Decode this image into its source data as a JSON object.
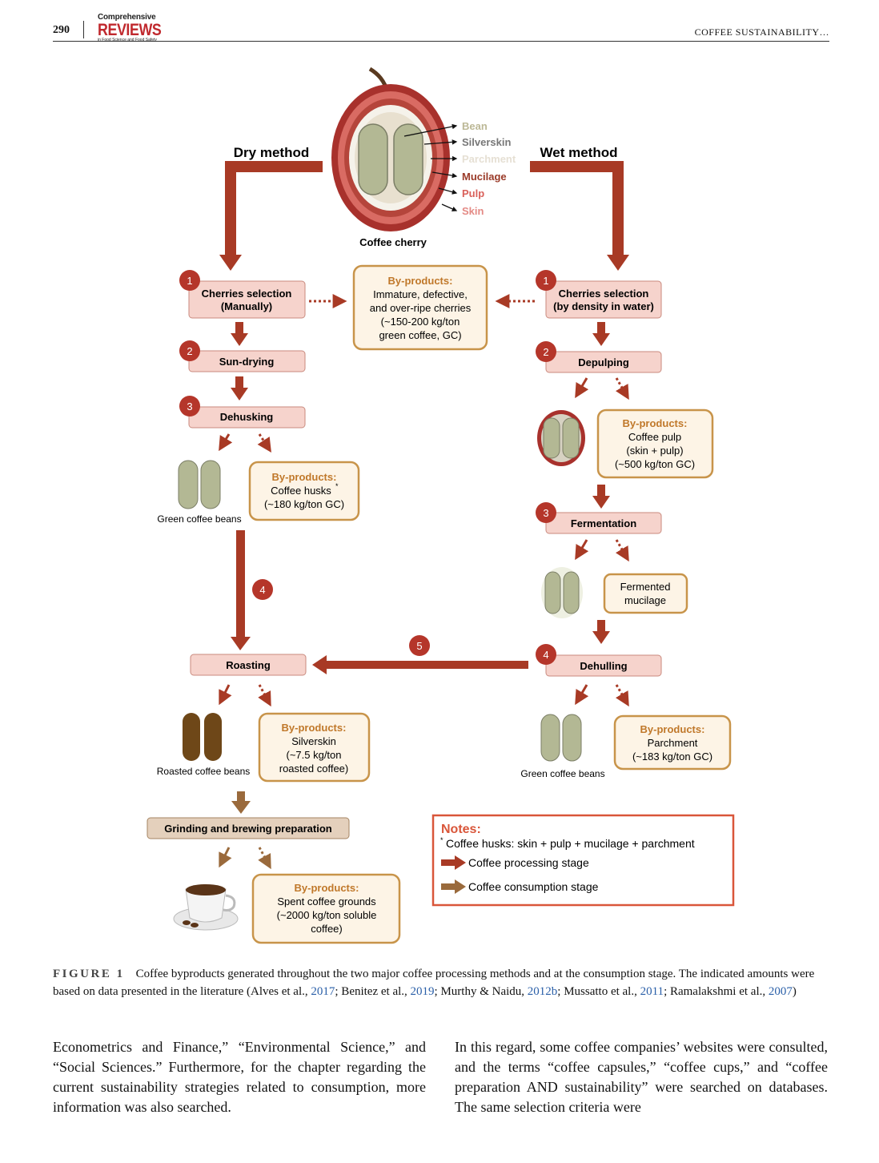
{
  "header": {
    "page_number": "290",
    "journal_logo": {
      "line1": "Comprehensive",
      "line2": "REVIEWS",
      "line3": "in Food Science and Food Safety"
    },
    "running_title": "COFFEE SUSTAINABILITY…"
  },
  "figure": {
    "dry_method": "Dry method",
    "wet_method": "Wet method",
    "cherry_layers": {
      "bean": "Bean",
      "silverskin": "Silverskin",
      "parchment": "Parchment",
      "mucilage": "Mucilage",
      "pulp": "Pulp",
      "skin": "Skin"
    },
    "cherry_label": "Coffee cherry",
    "dry_steps": {
      "s1_num": "1",
      "s1_l1": "Cherries selection",
      "s1_l2": "(Manually)",
      "s2_num": "2",
      "s2": "Sun-drying",
      "s3_num": "3",
      "s3": "Dehusking",
      "s4_num": "4"
    },
    "wet_steps": {
      "s1_num": "1",
      "s1_l1": "Cherries selection",
      "s1_l2": "(by density in water)",
      "s2_num": "2",
      "s2": "Depulping",
      "s3_num": "3",
      "s3": "Fermentation",
      "s4_num": "4",
      "s4": "Dehulling",
      "s5_num": "5"
    },
    "byproduct_title": "By-products:",
    "bp_selection": [
      "Immature, defective,",
      "and over-ripe cherries",
      "(~150-200 kg/ton",
      "green coffee, GC)"
    ],
    "bp_husks": [
      "Coffee husks",
      "(~180 kg/ton GC)"
    ],
    "husk_mark": "*",
    "bp_pulp": [
      "Coffee pulp",
      "(skin + pulp)",
      "(~500 kg/ton GC)"
    ],
    "fermented": [
      "Fermented",
      "mucilage"
    ],
    "bp_silverskin": [
      "Silverskin",
      "(~7.5 kg/ton",
      "roasted coffee)"
    ],
    "bp_parchment": [
      "Parchment",
      "(~183 kg/ton GC)"
    ],
    "bp_spent": [
      "Spent coffee grounds",
      "(~2000 kg/ton soluble",
      "coffee)"
    ],
    "green_beans": "Green coffee beans",
    "roasting": "Roasting",
    "roasted_beans": "Roasted coffee beans",
    "grinding": "Grinding and brewing preparation",
    "notes": {
      "title": "Notes:",
      "husks_note": "Coffee husks: skin + pulp + mucilage + parchment",
      "processing": "Coffee processing stage",
      "consumption": "Coffee consumption stage"
    },
    "colors": {
      "processing_arrow": "#a83a25",
      "consumption_arrow": "#9a6a3c",
      "step_box": "#f6d3cc",
      "byproduct_border": "#c8944a",
      "byproduct_fill": "#fdf4e6",
      "byproduct_title": "#c0782a",
      "notes_border": "#d9563a",
      "bean_green": "#b3b894",
      "roasted_brown": "#6e4718"
    }
  },
  "caption": {
    "label": "FIGURE 1",
    "t1": "Coffee byproducts generated throughout the two major coffee processing methods and at the consumption stage. The indicated amounts were based on data presented in the literature (Alves et al., ",
    "r1": "2017",
    "t2": "; Benitez et al., ",
    "r2": "2019",
    "t3": "; Murthy & Naidu, ",
    "r3": "2012b",
    "t4": "; Mussatto et al., ",
    "r4": "2011",
    "t5": "; Ramalakshmi et al., ",
    "r5": "2007",
    "t6": ")"
  },
  "body": {
    "left": "Econometrics and Finance,” “Environmental Science,” and “Social Sciences.” Furthermore, for the chapter regarding the current sustainability strategies related to consumption, more information was also searched.",
    "right": "In this regard, some coffee companies’ websites were consulted, and the terms “coffee capsules,” “coffee cups,” and “coffee preparation AND sustainability” were searched on databases. The same selection criteria were"
  }
}
